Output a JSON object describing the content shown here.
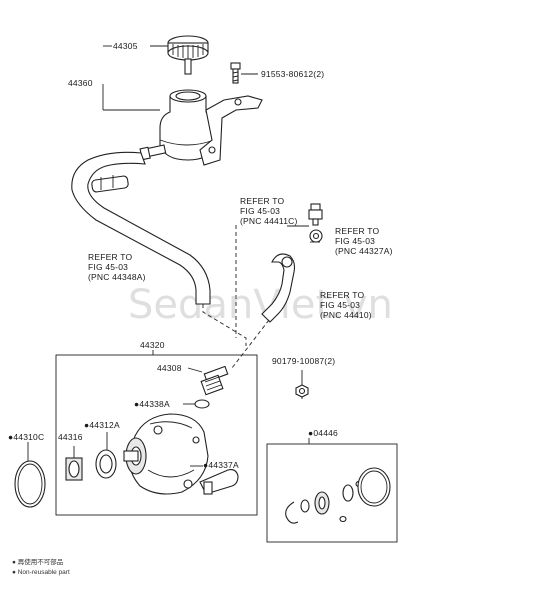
{
  "labels": {
    "p44305": "44305",
    "p44360": "44360",
    "p91553": "91553-80612(2)",
    "refer1": [
      "REFER TO",
      "FIG 45-03",
      "(PNC 44411C)"
    ],
    "refer2": [
      "REFER TO",
      "FIG 45-03",
      "(PNC 44327A)"
    ],
    "refer3": [
      "REFER TO",
      "FIG 45-03",
      "(PNC 44348A)"
    ],
    "refer4": [
      "REFER TO",
      "FIG 45-03",
      "(PNC 44410)"
    ],
    "p44320": "44320",
    "p44308": "44308",
    "p90179": "90179-10087(2)",
    "p44338A": "●44338A",
    "p44310C": "●44310C",
    "p44316": "44316",
    "p44312A": "●44312A",
    "p44337A": "●44337A",
    "p04446": "●04446"
  },
  "legend": {
    "jp": "● 再使用不可部品",
    "en": "● Non-reusable part"
  },
  "watermark": "SedanViet.vn"
}
